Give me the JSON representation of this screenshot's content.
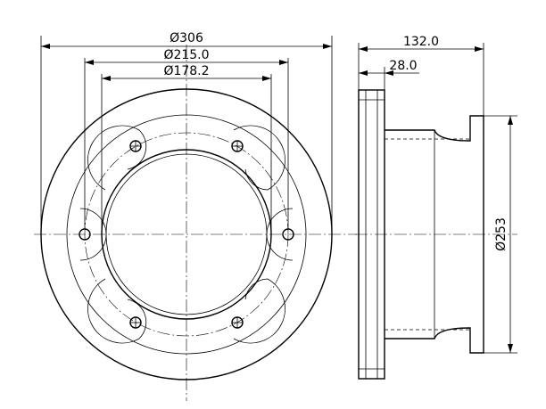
{
  "front_view": {
    "dims": {
      "outer_diameter": "Ø306",
      "bolt_circle": "Ø215.0",
      "center_bore": "Ø178.2"
    },
    "bolt_hole_count": 6
  },
  "side_view": {
    "dims": {
      "overall_height": "132.0",
      "disc_thickness": "28.0",
      "hat_diameter": "Ø253"
    }
  }
}
